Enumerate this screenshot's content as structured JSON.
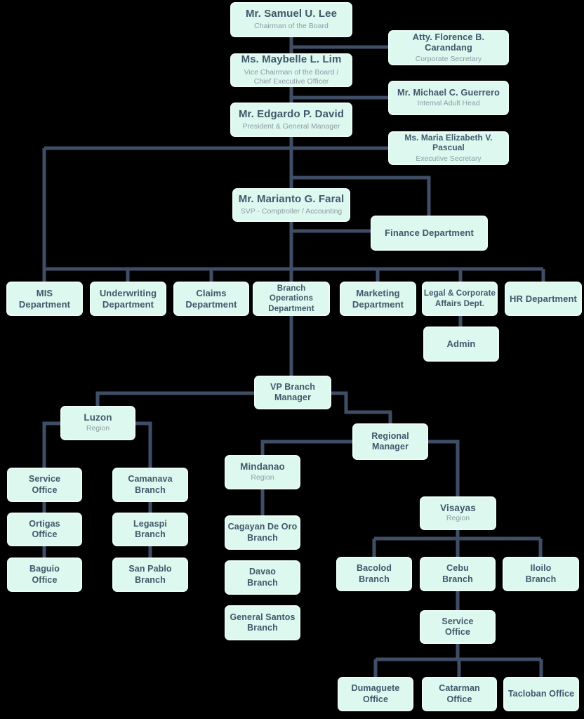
{
  "colors": {
    "background": "#000000",
    "box_fill": "#dcf8ef",
    "box_border": "#ebfcf6",
    "title_text": "#41586b",
    "subtitle_text": "#8e9ca4",
    "connector": "#3f4e66"
  },
  "nodes": {
    "chairman": {
      "title": "Mr. Samuel U. Lee",
      "subtitle": "Chairman of the Board"
    },
    "corporate_secretary": {
      "title": "Atty. Florence B. Carandang",
      "subtitle": "Corporate Secretary"
    },
    "vice_chairman": {
      "title": "Ms. Maybelle L. Lim",
      "subtitle": "Vice Chairman of the Board /\nChief Executive Officer"
    },
    "internal_audit_head": {
      "title": "Mr. Michael C. Guerrero",
      "subtitle": "Internal Adult Head"
    },
    "president": {
      "title": "Mr. Edgardo P. David",
      "subtitle": "President & General Manager"
    },
    "executive_secretary": {
      "title": "Ms. Maria Elizabeth V. Pascual",
      "subtitle": "Executive Secretary"
    },
    "comptroller": {
      "title": "Mr. Marianto G. Faral",
      "subtitle": "SVP - Comptroller / Accounting"
    },
    "finance": {
      "title": "Finance Department"
    },
    "mis": {
      "title": "MIS\nDepartment"
    },
    "underwriting": {
      "title": "Underwriting\nDepartment"
    },
    "claims": {
      "title": "Claims\nDepartment"
    },
    "branch_operations": {
      "title": "Branch Operations\nDepartment"
    },
    "marketing": {
      "title": "Marketing\nDepartment"
    },
    "legal": {
      "title": "Legal & Corporate\nAffairs Dept."
    },
    "hr": {
      "title": "HR Department"
    },
    "admin": {
      "title": "Admin"
    },
    "vp_branch_manager": {
      "title": "VP Branch\nManager"
    },
    "luzon": {
      "title": "Luzon",
      "subtitle": "Region"
    },
    "regional_manager": {
      "title": "Regional\nManager"
    },
    "mindanao": {
      "title": "Mindanao",
      "subtitle": "Region"
    },
    "visayas": {
      "title": "Visayas",
      "subtitle": "Region"
    },
    "service_office_luzon": {
      "title": "Service\nOffice"
    },
    "ortigas": {
      "title": "Ortigas\nOffice"
    },
    "baguio": {
      "title": "Baguio\nOffice"
    },
    "camanava": {
      "title": "Camanava\nBranch"
    },
    "legaspi": {
      "title": "Legaspi\nBranch"
    },
    "san_pablo": {
      "title": "San Pablo\nBranch"
    },
    "cagayan_de_oro": {
      "title": "Cagayan De Oro\nBranch"
    },
    "davao": {
      "title": "Davao\nBranch"
    },
    "general_santos": {
      "title": "General Santos\nBranch"
    },
    "bacolod": {
      "title": "Bacolod\nBranch"
    },
    "cebu": {
      "title": "Cebu\nBranch"
    },
    "iloilo": {
      "title": "Iloilo\nBranch"
    },
    "service_office_cebu": {
      "title": "Service\nOffice"
    },
    "dumaguete": {
      "title": "Dumaguete\nOffice"
    },
    "catarman": {
      "title": "Catarman\nOffice"
    },
    "tacloban": {
      "title": "Tacloban Office"
    }
  }
}
